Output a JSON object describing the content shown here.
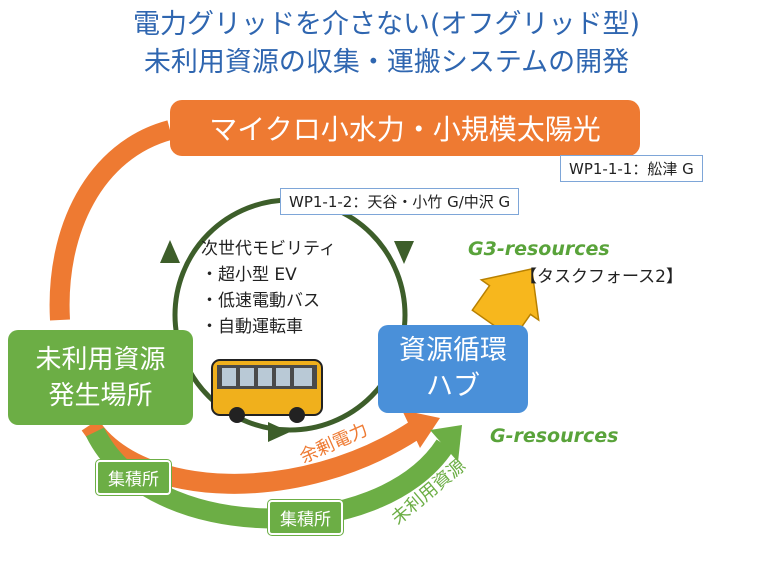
{
  "title": {
    "line1": "電力グリッドを介さない(オフグリッド型)",
    "line2": "未利用資源の収集・運搬システムの開発"
  },
  "top_box": {
    "label": "マイクロ小水力・小規模太陽光"
  },
  "wp_tags": {
    "wp111": "WP1-1-1：舩津 G",
    "wp112": "WP1-1-2：天谷・小竹 G/中沢 G"
  },
  "mobility": {
    "heading": "次世代モビリティ",
    "items": [
      "・超小型 EV",
      "・低速電動バス",
      "・自動運転車"
    ]
  },
  "left_box": {
    "line1": "未利用資源",
    "line2": "発生場所"
  },
  "hub_box": {
    "line1": "資源循環",
    "line2": "ハブ"
  },
  "g3": {
    "label": "G3-resources",
    "task": "【タスクフォース2】"
  },
  "g_resources": "G-resources",
  "arrows": {
    "surplus_power": "余剰電力",
    "unused_resources": "未利用資源"
  },
  "collection_points": {
    "a": "集積所",
    "b": "集積所"
  },
  "colors": {
    "orange": "#ee7a32",
    "green": "#6cae45",
    "blue": "#4a90d9",
    "dark_green": "#3d5e2a",
    "title_blue": "#2f66b0",
    "yellow": "#f7b71d"
  },
  "icons": {
    "bus": "bus-icon",
    "up_arrow": "up-right-arrow-icon"
  }
}
